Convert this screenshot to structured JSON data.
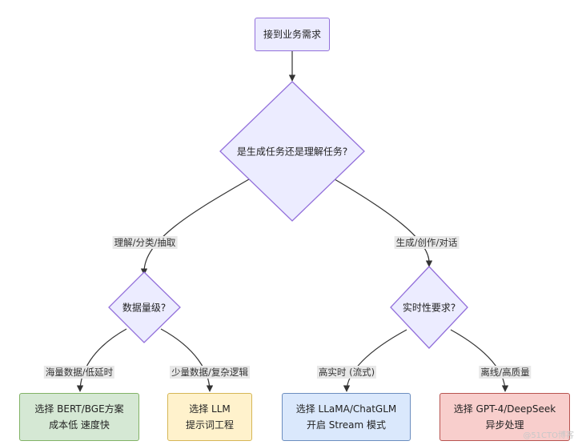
{
  "nodes": {
    "start": "接到业务需求",
    "task_type": "是生成任务还是理解任务?",
    "data_volume": "数据量级?",
    "realtime": "实时性要求?",
    "bert": {
      "line1": "选择 BERT/BGE方案",
      "line2": "成本低 速度快"
    },
    "llm": {
      "line1": "选择 LLM",
      "line2": "提示词工程"
    },
    "llama": {
      "line1": "选择 LLaMA/ChatGLM",
      "line2": "开启 Stream 模式"
    },
    "gpt": {
      "line1": "选择 GPT-4/DeepSeek",
      "line2": "异步处理"
    }
  },
  "edges": {
    "understand": "理解/分类/抽取",
    "generate": "生成/创作/对话",
    "massive": "海量数据/低延时",
    "small": "少量数据/复杂逻辑",
    "high_rt": "高实时 (流式)",
    "offline": "离线/高质量"
  },
  "colors": {
    "default_fill": "#ECECFF",
    "default_stroke": "#9370DB",
    "green_fill": "#D5E8D4",
    "yellow_fill": "#FFF2CC",
    "blue_fill": "#DAE8FC",
    "red_fill": "#F8CECC",
    "edge": "#333333"
  },
  "watermark": "@51CTO博客"
}
